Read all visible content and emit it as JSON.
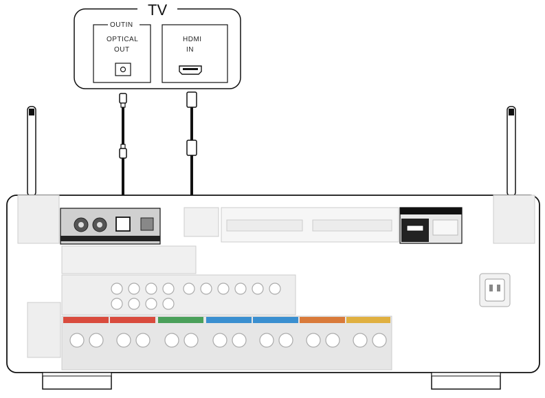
{
  "tv": {
    "title": "TV",
    "group_label": "OUTIN",
    "optical_line1": "OPTICAL",
    "optical_line2": "OUT",
    "hdmi_line1": "HDMI",
    "hdmi_line2": "IN"
  },
  "colors": {
    "outline": "#111111",
    "receiver_panel": "#d8d8d8",
    "front_band": "#d94b3d",
    "center_band": "#4aa05a",
    "surround_band": "#3a8fd0",
    "surround_back_band": "#d97a3a",
    "height_band": "#e0b040"
  },
  "icons": [
    "optical-port-icon",
    "hdmi-port-icon",
    "antenna-icon",
    "power-inlet-icon"
  ]
}
